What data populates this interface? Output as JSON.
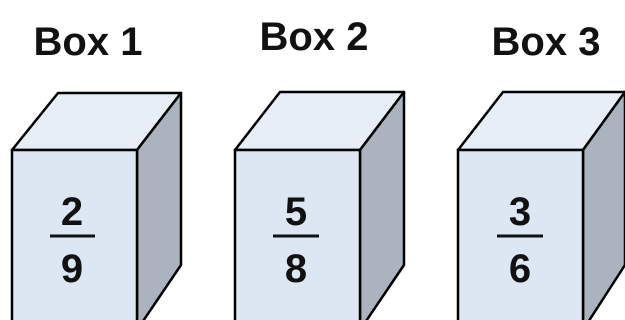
{
  "colors": {
    "front_face": "#dde7f4",
    "top_face": "#e8eef8",
    "side_face": "#aab3be",
    "outline": "#000000",
    "text": "#111111"
  },
  "boxes": [
    {
      "title": "Box 1",
      "numerator": "2",
      "denominator": "9"
    },
    {
      "title": "Box 2",
      "numerator": "5",
      "denominator": "8"
    },
    {
      "title": "Box 3",
      "numerator": "3",
      "denominator": "6"
    }
  ]
}
